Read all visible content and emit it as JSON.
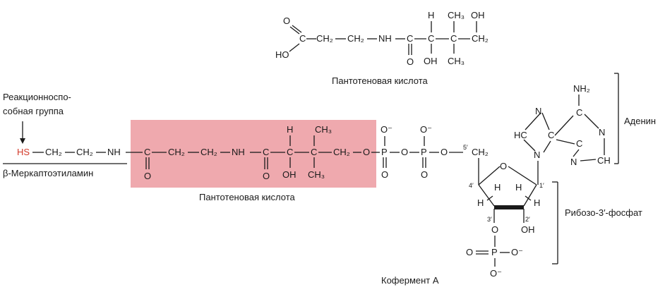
{
  "labels": {
    "pantothenic_top": "Пантотеновая кислота",
    "pantothenic_mid": "Пантотеновая кислота",
    "reactive_line1": "Реакционноспо-",
    "reactive_line2": "собная группа",
    "mercapto": "β-Меркаптоэтиламин",
    "adenine": "Аденин",
    "ribose": "Рибозо-3′-фосфат",
    "coenzyme": "Кофермент А"
  },
  "atoms": {
    "O": "O",
    "HO": "HO",
    "OH": "OH",
    "NH": "NH",
    "H": "H",
    "C": "C",
    "CH3": "CH₃",
    "CH2": "CH₂",
    "P": "P",
    "Ominus": "O⁻",
    "SH": "HS",
    "NH2": "NH₂",
    "N": "N",
    "HC": "HC",
    "CH": "CH",
    "five_prime": "5′",
    "c1": "1′",
    "c2": "2′",
    "c3": "3′",
    "c4": "4′"
  },
  "colors": {
    "highlight": "#ec9aa0",
    "reactive": "#d23a2a",
    "ink": "#1a1a1a"
  }
}
